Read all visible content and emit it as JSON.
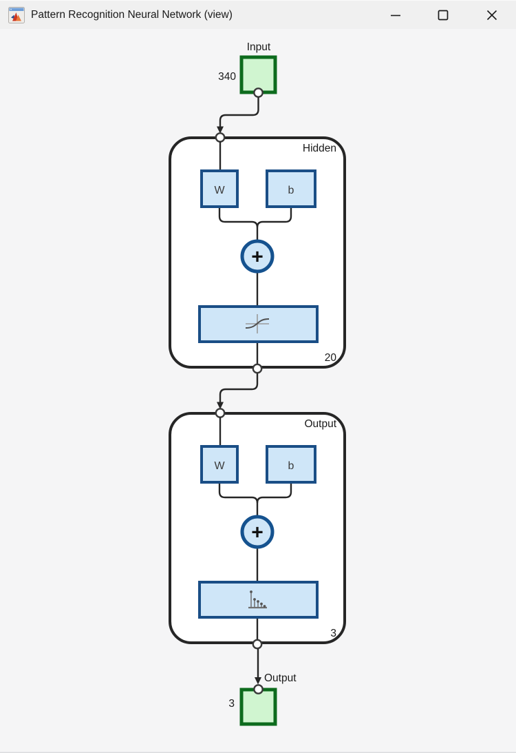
{
  "window": {
    "title": "Pattern Recognition Neural Network (view)",
    "controls": {
      "minimize": "minimize",
      "maximize": "maximize",
      "close": "close"
    }
  },
  "diagram": {
    "input_block": {
      "label": "Input",
      "dimension": "340"
    },
    "layers": [
      {
        "title": "Hidden",
        "weight_label": "W",
        "bias_label": "b",
        "sum_symbol": "+",
        "transfer_icon": "tansig-icon",
        "neurons": "20"
      },
      {
        "title": "Output",
        "weight_label": "W",
        "bias_label": "b",
        "sum_symbol": "+",
        "transfer_icon": "softmax-icon",
        "neurons": "3"
      }
    ],
    "output_block": {
      "label": "Output",
      "dimension": "3"
    }
  },
  "colors": {
    "io_fill": "#d0f5d0",
    "io_border": "#0d6b1d",
    "param_fill": "#cfe6f8",
    "param_border": "#1a4e86",
    "sum_border": "#15528f",
    "layer_border": "#262626",
    "line": "#262626",
    "titlebar_bg": "#f0f0f0",
    "canvas_bg": "#f5f5f6"
  }
}
